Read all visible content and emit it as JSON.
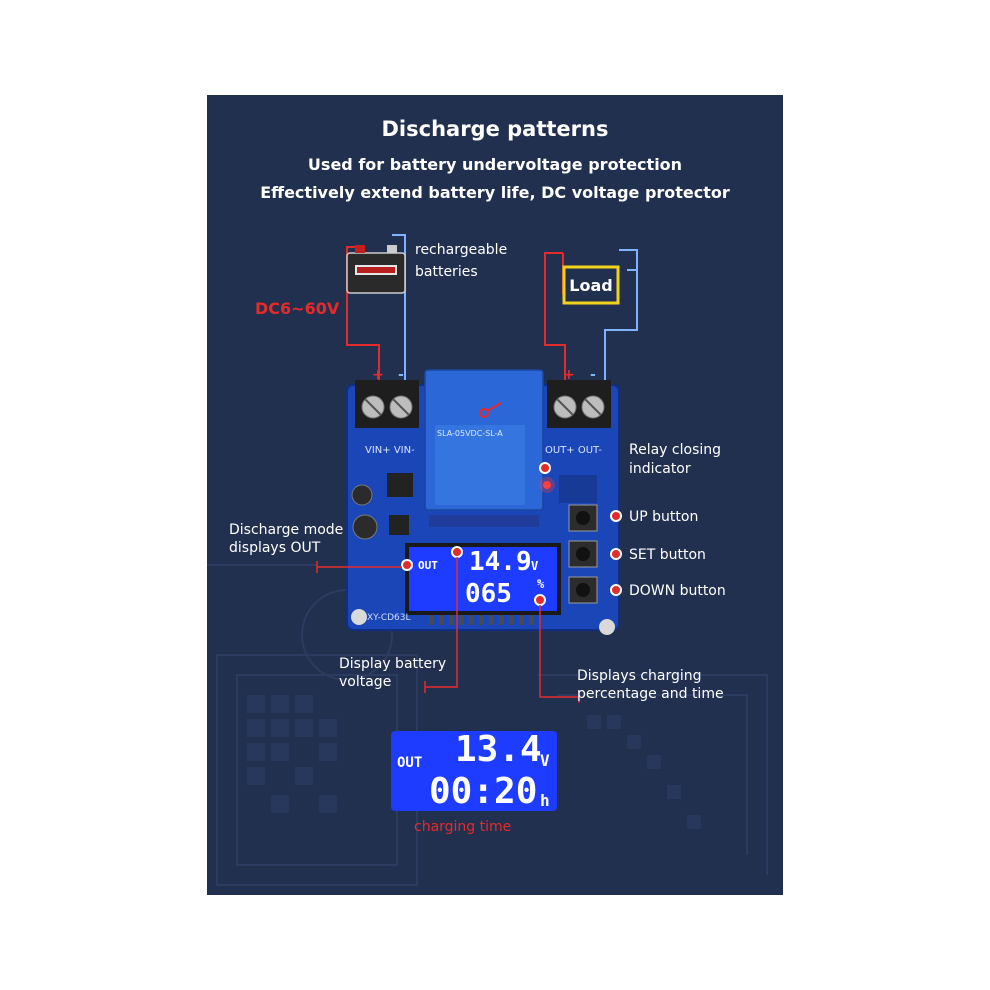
{
  "heading": {
    "title": "Discharge patterns",
    "line1": "Used for battery undervoltage protection",
    "line2": "Effectively extend battery life, DC voltage protector"
  },
  "wiring": {
    "battery_label_1": "rechargeable",
    "battery_label_2": "batteries",
    "voltage_range": "DC6~60V",
    "load_label": "Load",
    "plus": "+",
    "minus": "-",
    "vin_label": "VIN+ VIN-",
    "out_label": "OUT+ OUT-"
  },
  "board": {
    "model": "XY-CD63L",
    "relay_text": "SLA-05VDC-SL-A"
  },
  "annotations": {
    "relay_1": "Relay closing",
    "relay_2": "indicator",
    "up": "UP button",
    "set": "SET button",
    "down": "DOWN button",
    "mode_1": "Discharge mode",
    "mode_2": "displays OUT",
    "volt_1": "Display battery",
    "volt_2": "voltage",
    "pct_1": "Displays charging",
    "pct_2": "percentage and time"
  },
  "board_lcd": {
    "mode": "OUT",
    "voltage": "14.9",
    "voltage_unit": "V",
    "percent": "065",
    "percent_unit": "%"
  },
  "zoom_lcd": {
    "mode": "OUT",
    "voltage": "13.4",
    "voltage_unit": "V",
    "time": "00:20",
    "time_unit": "h"
  },
  "caption": "charging time",
  "colors": {
    "panel": "#223050",
    "lcd": "#1e3cff",
    "red": "#e52a2a",
    "wire_blue": "#7fb2ff",
    "load_box": "#f1d21c"
  }
}
